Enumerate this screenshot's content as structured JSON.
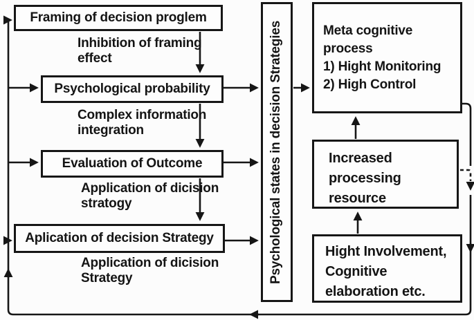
{
  "boxes": {
    "framing": "Framing of decision proglem",
    "psychological": "Psychological probability",
    "evaluation": "Evaluation of Outcome",
    "application": "Aplication of decision Strategy",
    "psych_states": "Psychological states in decision Strategies",
    "meta": {
      "l1": "Meta cognitive",
      "l2": "process",
      "l3": "1) Hight Monitoring",
      "l4": "2) High Control"
    },
    "increased": {
      "l1": "Increased",
      "l2": "processing",
      "l3": "resource"
    },
    "involvement": {
      "l1": "Hight Involvement,",
      "l2": "Cognitive",
      "l3a": "elaboration",
      "l3b": "etc."
    }
  },
  "edge_labels": {
    "inhibition": {
      "l1": "Inhibition of framing",
      "l2": "effect"
    },
    "complex": {
      "l1": "Complex information",
      "l2": "integration"
    },
    "application_strategy_1": {
      "l1": "Application of dicision",
      "l2": "stratogy"
    },
    "application_strategy_2": {
      "l1": "Application of dicision",
      "l2": "Strategy"
    }
  },
  "colors": {
    "line": "#161616",
    "background": "#fcfcfc",
    "box_background": "#fdfdfd"
  }
}
